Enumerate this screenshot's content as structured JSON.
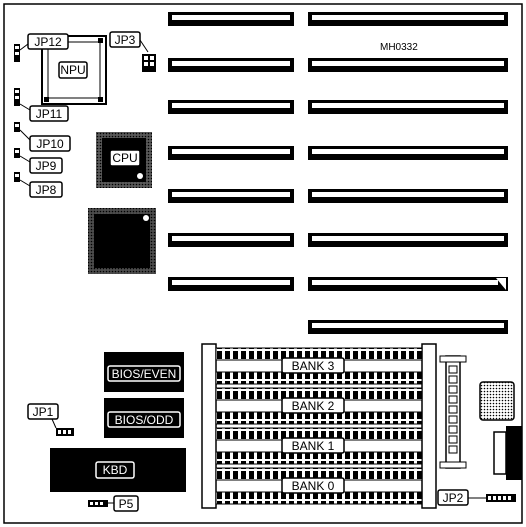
{
  "diagram": {
    "code": "MH0332",
    "jumpers": {
      "jp1": "JP1",
      "jp2": "JP2",
      "jp3": "JP3",
      "jp8": "JP8",
      "jp9": "JP9",
      "jp10": "JP10",
      "jp11": "JP11",
      "jp12": "JP12",
      "p5": "P5"
    },
    "chips": {
      "npu": "NPU",
      "cpu": "CPU",
      "bios_even": "BIOS/EVEN",
      "bios_odd": "BIOS/ODD",
      "kbd": "KBD"
    },
    "banks": [
      "BANK 3",
      "BANK 2",
      "BANK 1",
      "BANK 0"
    ]
  },
  "colors": {
    "ink": "#000000",
    "paper": "#ffffff"
  }
}
